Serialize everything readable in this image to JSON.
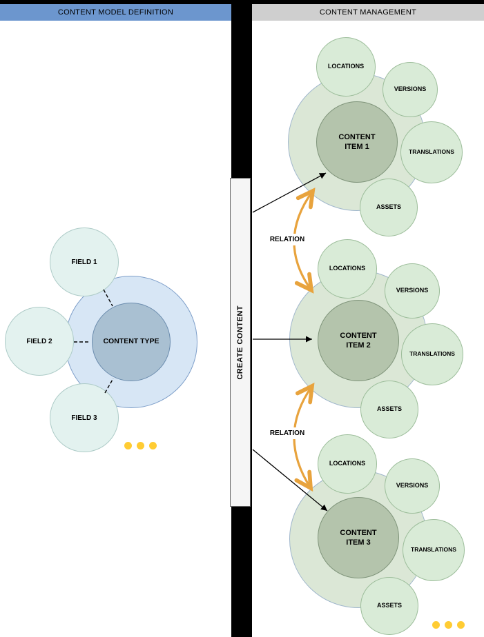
{
  "headers": {
    "left": "CONTENT MODEL DEFINITION",
    "right": "CONTENT MANAGEMENT"
  },
  "content_model": {
    "content_type_label": "CONTENT TYPE",
    "fields": [
      {
        "label": "FIELD 1"
      },
      {
        "label": "FIELD 2"
      },
      {
        "label": "FIELD 3"
      }
    ]
  },
  "create_content": {
    "label": "CREATE CONTENT"
  },
  "relations": [
    {
      "label": "RELATION"
    },
    {
      "label": "RELATION"
    }
  ],
  "content_items": [
    {
      "label": "CONTENT ITEM 1",
      "satellites": [
        {
          "label": "LOCATIONS"
        },
        {
          "label": "VERSIONS"
        },
        {
          "label": "TRANSLATIONS"
        },
        {
          "label": "ASSETS"
        }
      ]
    },
    {
      "label": "CONTENT ITEM 2",
      "satellites": [
        {
          "label": "LOCATIONS"
        },
        {
          "label": "VERSIONS"
        },
        {
          "label": "TRANSLATIONS"
        },
        {
          "label": "ASSETS"
        }
      ]
    },
    {
      "label": "CONTENT ITEM 3",
      "satellites": [
        {
          "label": "LOCATIONS"
        },
        {
          "label": "VERSIONS"
        },
        {
          "label": "TRANSLATIONS"
        },
        {
          "label": "ASSETS"
        }
      ]
    }
  ],
  "colors": {
    "header_blue": "#6C96CE",
    "header_gray": "#CFCFCF",
    "outer_blue_circle": "#D7E6F5",
    "content_type_circle": "#A9C0D2",
    "field_circle": "#E3F2EF",
    "cluster_circle": "#DBE7D6",
    "content_item_circle": "#B4C4AC",
    "satellite_circle": "#D9EBD7",
    "relation_arrow": "#E8A33D",
    "dot_yellow": "#FFCC33"
  }
}
